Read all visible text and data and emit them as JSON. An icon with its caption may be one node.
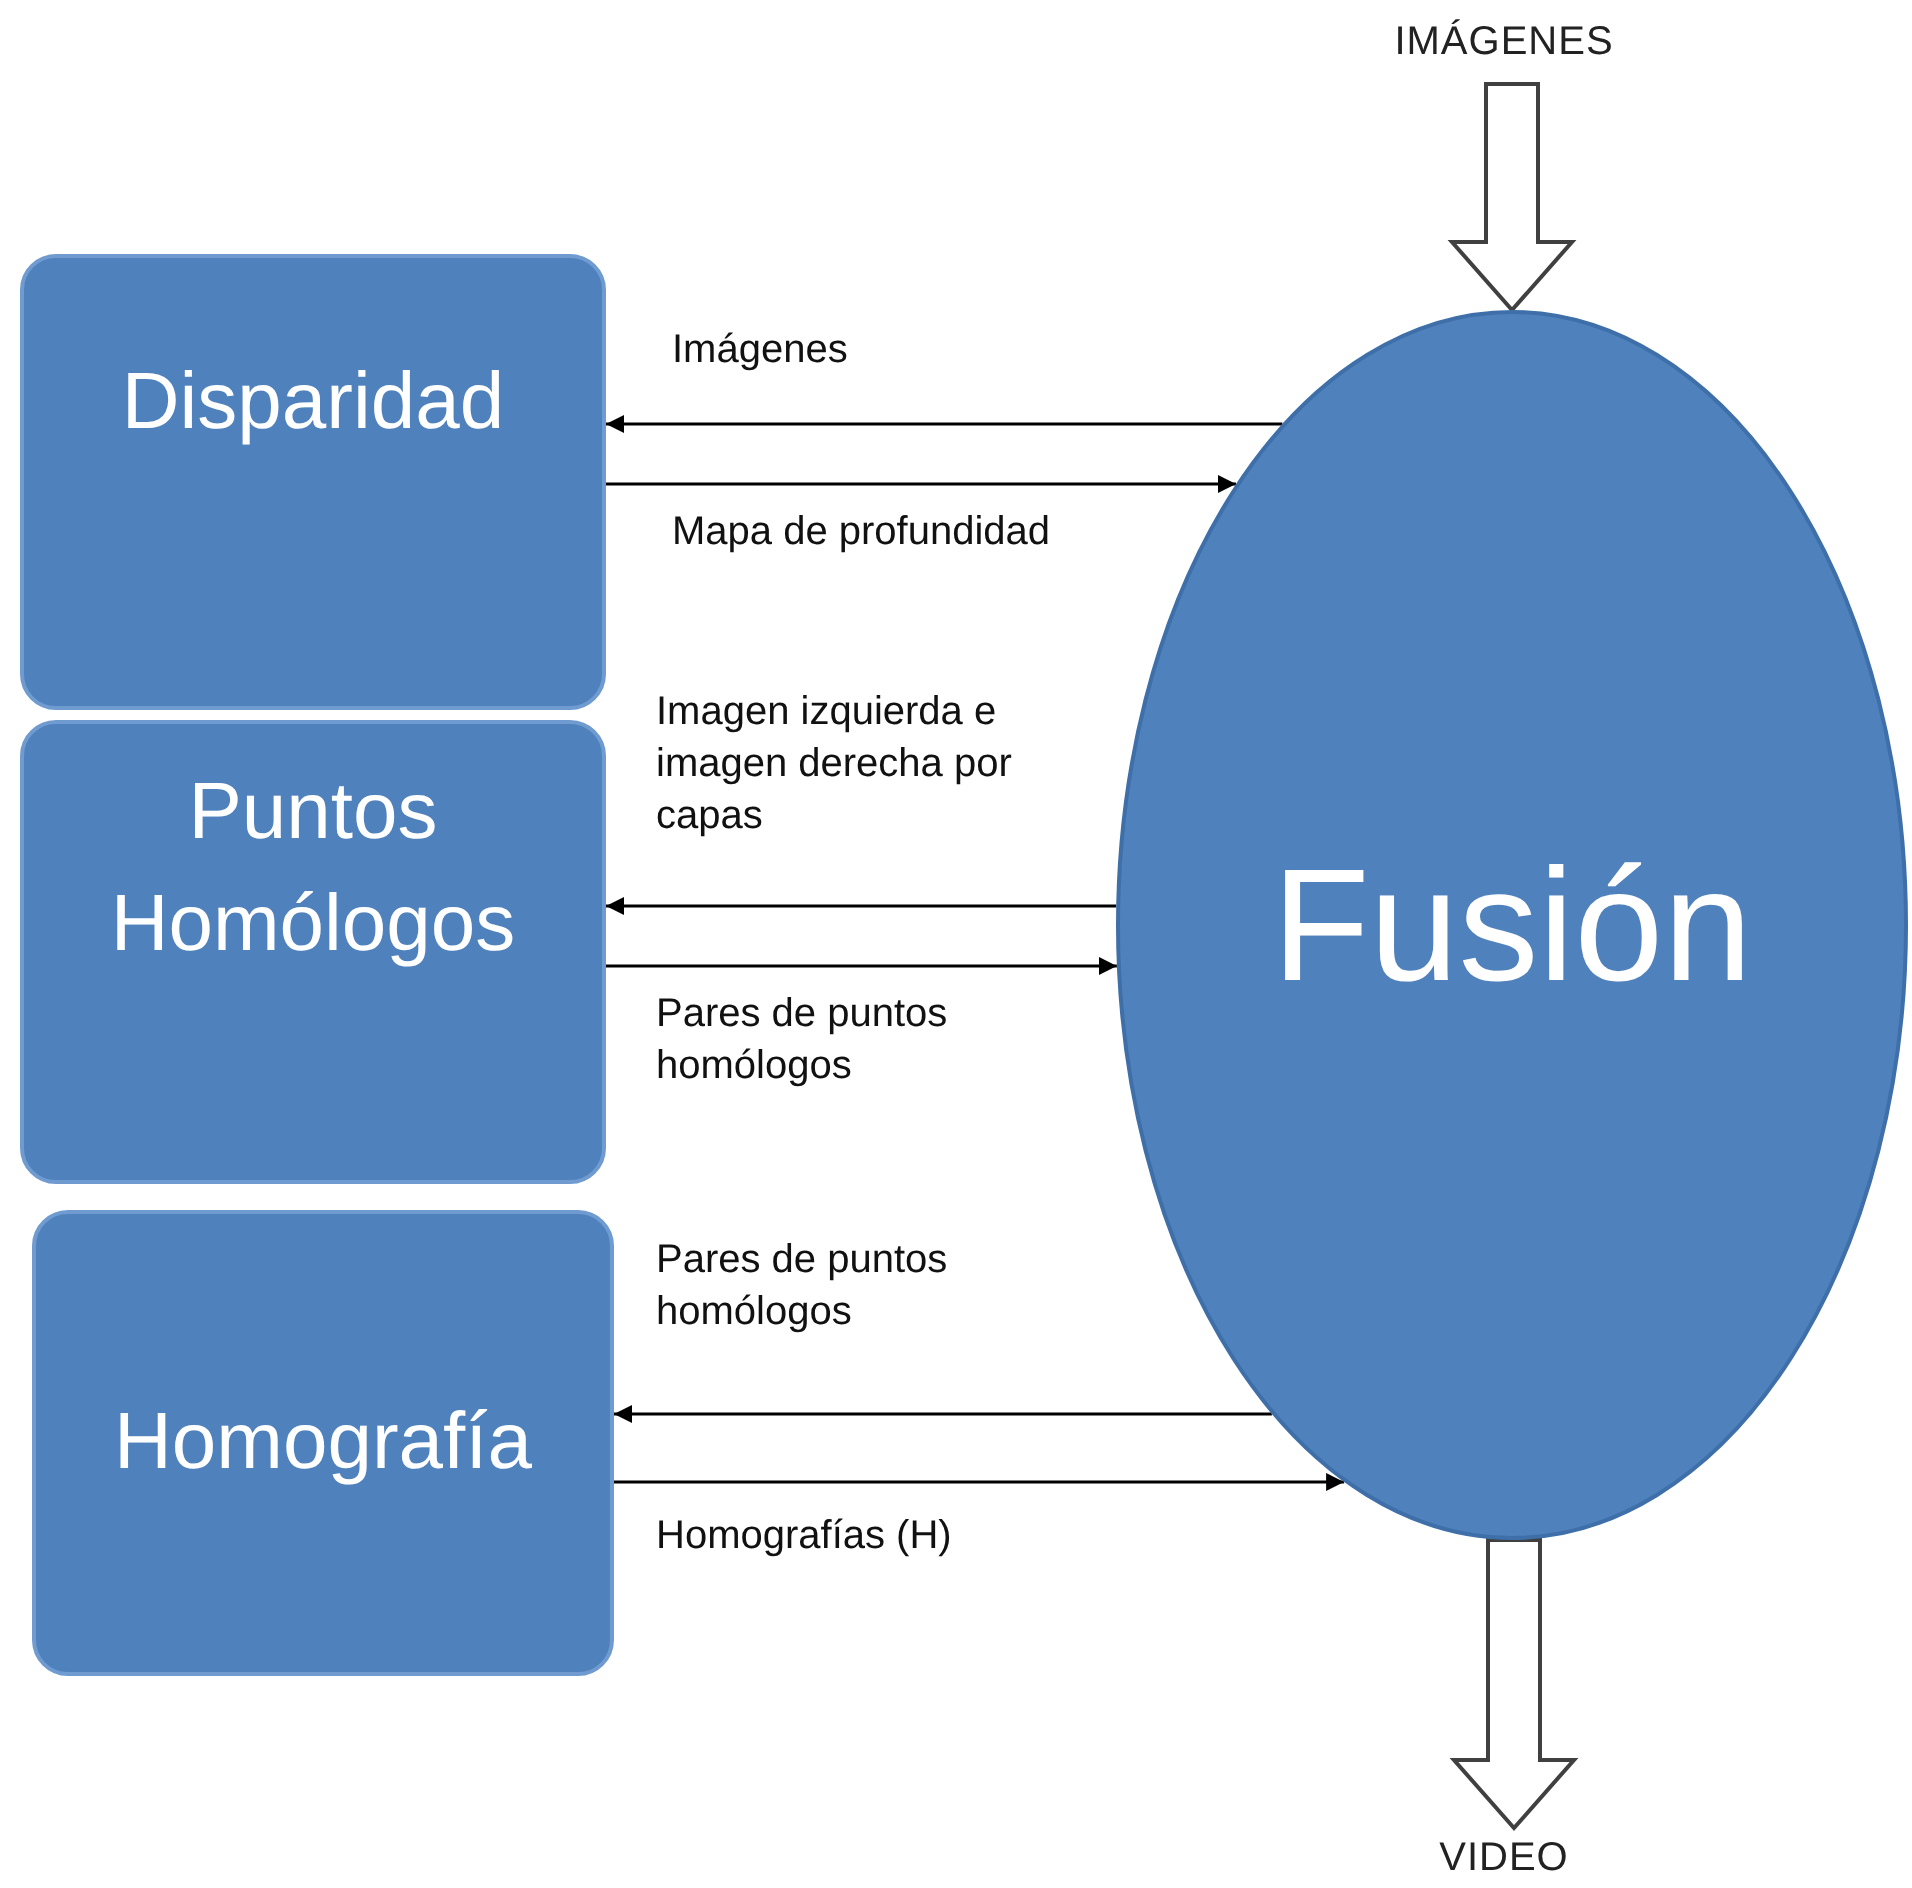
{
  "diagram": {
    "nodes": [
      {
        "text": [
          "Disparidad"
        ]
      },
      {
        "text": [
          "Puntos Homólogos"
        ]
      },
      {
        "text": [
          "Homografía"
        ]
      },
      {
        "text": [
          "Fusión"
        ]
      },
      {
        "text": [
          "IMÁGENES"
        ]
      },
      {
        "text": [
          "VIDEO"
        ]
      }
    ],
    "edges": [
      {
        "from": 3,
        "to": 0,
        "arrow": "to",
        "label": "Imágenes"
      },
      {
        "from": 0,
        "to": 3,
        "arrow": "to",
        "label": "Mapa de profundidad"
      },
      {
        "from": 3,
        "to": 1,
        "arrow": "to",
        "label": "Imagen izquierda e imagen derecha por capas"
      },
      {
        "from": 1,
        "to": 3,
        "arrow": "to",
        "label": "Pares de puntos homólogos"
      },
      {
        "from": 3,
        "to": 2,
        "arrow": "to",
        "label": "Pares de puntos homólogos"
      },
      {
        "from": 2,
        "to": 3,
        "arrow": "to",
        "label": "Homografías (H)"
      },
      {
        "from": 4,
        "to": 3,
        "arrow": "to",
        "style": "thick"
      },
      {
        "from": 3,
        "to": 5,
        "arrow": "to",
        "style": "thick"
      }
    ]
  }
}
